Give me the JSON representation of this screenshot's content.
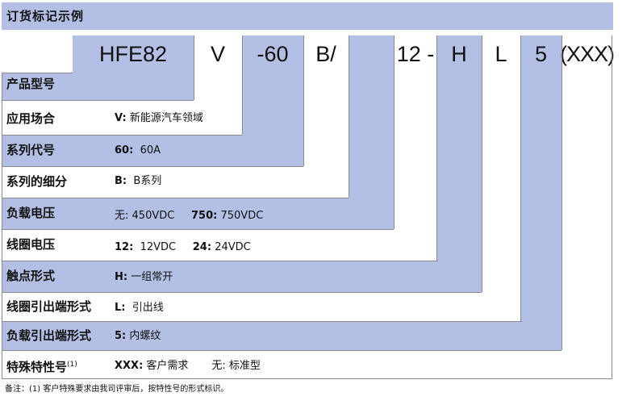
{
  "title": "订货标记示例",
  "code_parts": [
    "HFE82",
    "V",
    "-60",
    "B/",
    "12 -",
    "H",
    "L",
    "5",
    "(XXX)"
  ],
  "rows": [
    {
      "label": "产品型号",
      "items": []
    },
    {
      "label": "应用场合",
      "items": [
        {
          "key": "V:",
          "value": "新能源汽车领域"
        }
      ]
    },
    {
      "label": "系列代号",
      "items": [
        {
          "key": "60:",
          "value": "60A"
        }
      ]
    },
    {
      "label": "系列的细分",
      "items": [
        {
          "key": "B:",
          "value": "B系列"
        }
      ]
    },
    {
      "label": "负载电压",
      "items": [
        {
          "key": "无:",
          "value": "450VDC"
        },
        {
          "key": "750:",
          "value": "750VDC"
        }
      ]
    },
    {
      "label": "线圈电压",
      "items": [
        {
          "key": "12:",
          "value": "12VDC"
        },
        {
          "key": "24:",
          "value": "24VDC"
        }
      ]
    },
    {
      "label": "触点形式",
      "items": [
        {
          "key": "H:",
          "value": "一组常开"
        }
      ]
    },
    {
      "label": "线圈引出端形式",
      "items": [
        {
          "key": "L:",
          "value": "引出线"
        }
      ]
    },
    {
      "label": "负载引出端形式",
      "items": [
        {
          "key": "5:",
          "value": "内螺纹"
        }
      ]
    },
    {
      "label": "特殊特性号",
      "sup": "(1)",
      "items": [
        {
          "key": "XXX:",
          "value": "客户需求"
        },
        {
          "key": "无:",
          "value": "标准型"
        }
      ]
    }
  ],
  "footnote": "备注：(1) 客户特殊要求由我司评审后，按特性号的形式标识。",
  "colors": {
    "band": "#b3bfe4",
    "line": "#8a8a8a"
  }
}
